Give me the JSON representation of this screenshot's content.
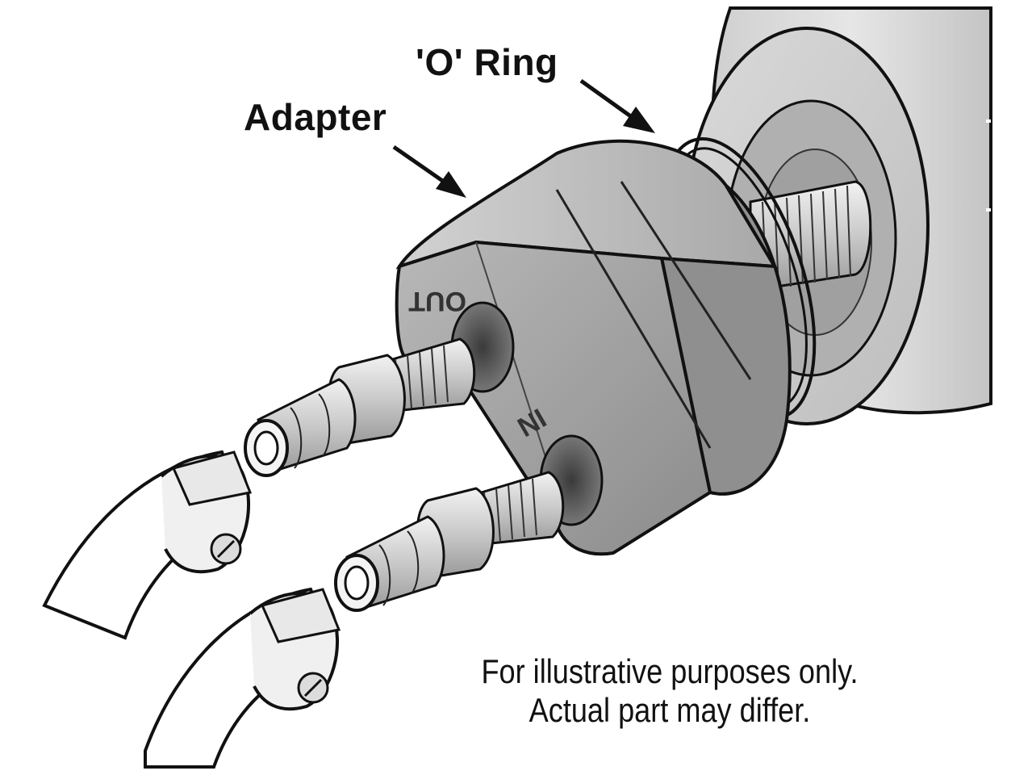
{
  "callouts": {
    "adapter": "Adapter",
    "o_ring": "'O' Ring"
  },
  "stamps": {
    "out": "OUT",
    "in": "IN"
  },
  "disclaimer": {
    "line1": "For illustrative purposes only.",
    "line2": "Actual part may differ."
  }
}
